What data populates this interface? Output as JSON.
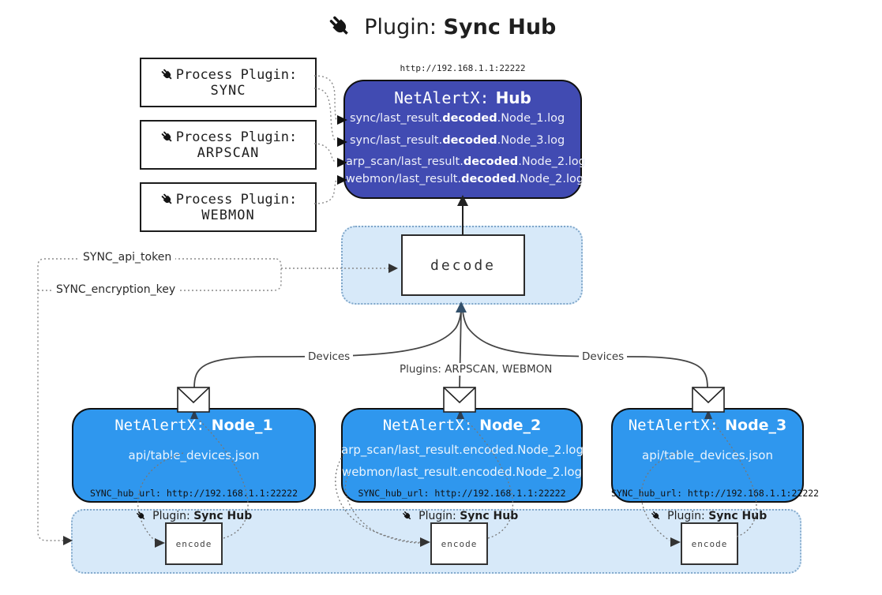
{
  "title": {
    "prefix": "Plugin:",
    "name": "Sync Hub"
  },
  "process_plugins": [
    {
      "line1": "Process Plugin:",
      "name": "SYNC"
    },
    {
      "line1": "Process Plugin:",
      "name": "ARPSCAN"
    },
    {
      "line1": "Process Plugin:",
      "name": "WEBMON"
    }
  ],
  "hub": {
    "url": "http://192.168.1.1:22222",
    "title_prefix": "NetAlertX:",
    "title_name": "Hub",
    "logs": [
      {
        "pre": "sync/last_result.",
        "bold": "decoded",
        "post": ".Node_1.log"
      },
      {
        "pre": "sync/last_result.",
        "bold": "decoded",
        "post": ".Node_3.log"
      },
      {
        "pre": "arp_scan/last_result.",
        "bold": "decoded",
        "post": ".Node_2.log"
      },
      {
        "pre": "webmon/last_result.",
        "bold": "decoded",
        "post": ".Node_2.log"
      }
    ]
  },
  "decode": {
    "label": "decode"
  },
  "secrets": {
    "api_token": "SYNC_api_token",
    "encryption_key": "SYNC_encryption_key"
  },
  "edges": {
    "devices_left": "Devices",
    "devices_right": "Devices",
    "plugins_center": "Plugins: ARPSCAN, WEBMON"
  },
  "nodes": [
    {
      "title_prefix": "NetAlertX:",
      "title_name": "Node_1",
      "files": [
        "api/table_devices.json"
      ],
      "hub_url": "SYNC_hub_url: http://192.168.1.1:22222"
    },
    {
      "title_prefix": "NetAlertX:",
      "title_name": "Node_2",
      "files": [
        "arp_scan/last_result.encoded.Node_2.log",
        "webmon/last_result.encoded.Node_2.log"
      ],
      "hub_url": "SYNC_hub_url: http://192.168.1.1:22222"
    },
    {
      "title_prefix": "NetAlertX:",
      "title_name": "Node_3",
      "files": [
        "api/table_devices.json"
      ],
      "hub_url": "SYNC_hub_url: http://192.168.1.1:22222"
    }
  ],
  "encode_band": {
    "sections": [
      {
        "label_prefix": "Plugin:",
        "label_name": "Sync Hub",
        "box_label": "encode"
      },
      {
        "label_prefix": "Plugin:",
        "label_name": "Sync Hub",
        "box_label": "encode"
      },
      {
        "label_prefix": "Plugin:",
        "label_name": "Sync Hub",
        "box_label": "encode"
      }
    ]
  },
  "colors": {
    "hub_fill": "#414BB2",
    "node_fill": "#2F97EE",
    "band_fill": "#D7E9F9",
    "line_dark": "#444444",
    "line_dotted": "#8a8a8a"
  }
}
